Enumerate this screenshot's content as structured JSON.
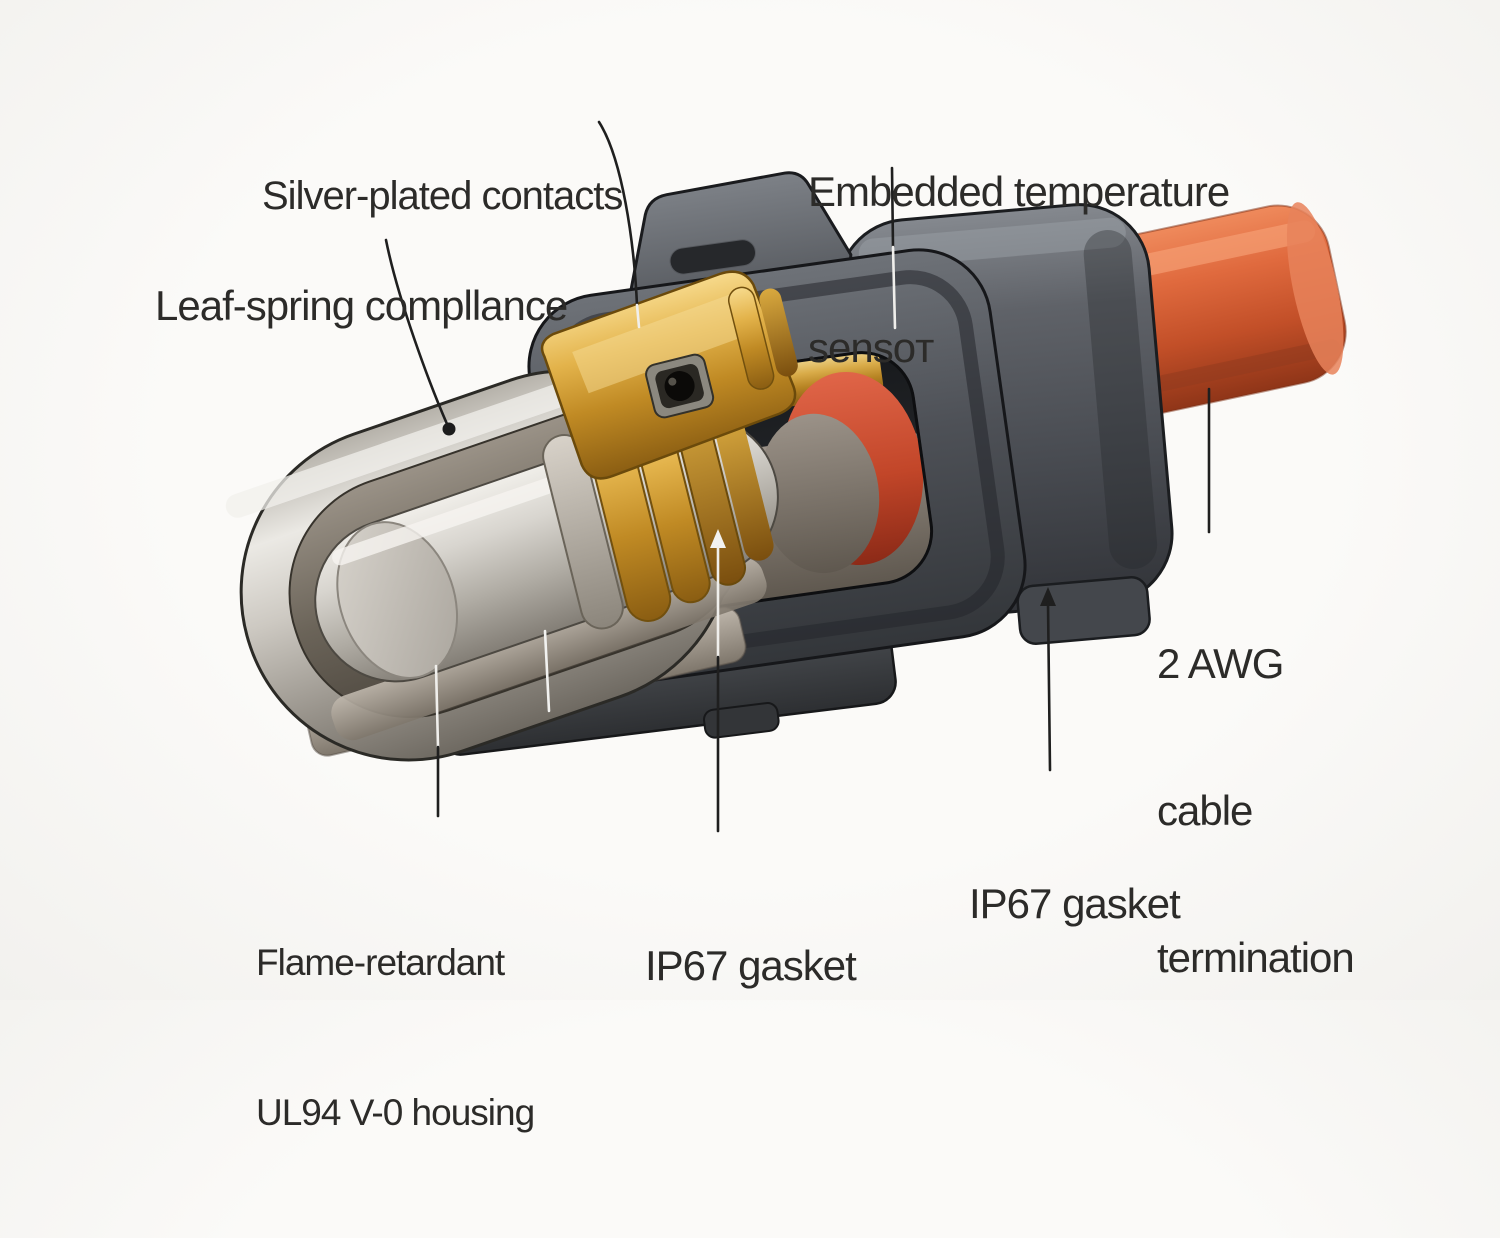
{
  "illustration": {
    "subject": "high-voltage-connector-cutaway",
    "background": "#fbfaf8",
    "colors": {
      "text": "#2c2b29",
      "leader_line": "#1f1f1f",
      "leader_line_light": "#f0efec",
      "housing_gray": "#4e5157",
      "housing_dark": "#303236",
      "cable_orange": "#d96840",
      "contact_gold": "#d4a237",
      "shell_silver": "#c9c5bf",
      "seal_red": "#c44f32",
      "ferrule_taupe": "#8a8178",
      "elastomer_ring_gray": "#b5afa5"
    }
  },
  "callouts": [
    {
      "id": "silver-plated-contacts",
      "lines": [
        "Silver-plated contacts"
      ]
    },
    {
      "id": "leaf-spring-compliance",
      "lines": [
        "Leaf-spring compllance"
      ]
    },
    {
      "id": "temperature-sensor",
      "lines": [
        "Embedded temperature",
        "sensoт"
      ]
    },
    {
      "id": "cable-termination",
      "lines": [
        "2 AWG",
        "cable",
        "termination"
      ]
    },
    {
      "id": "ip67-gasket-right",
      "lines": [
        "IP67 gasket"
      ]
    },
    {
      "id": "ip67-gasket-center",
      "lines": [
        "IP67 gasket"
      ]
    },
    {
      "id": "flame-retardant-housing",
      "lines": [
        "Flame-retardant",
        "UL94 V-0 housing"
      ]
    }
  ]
}
